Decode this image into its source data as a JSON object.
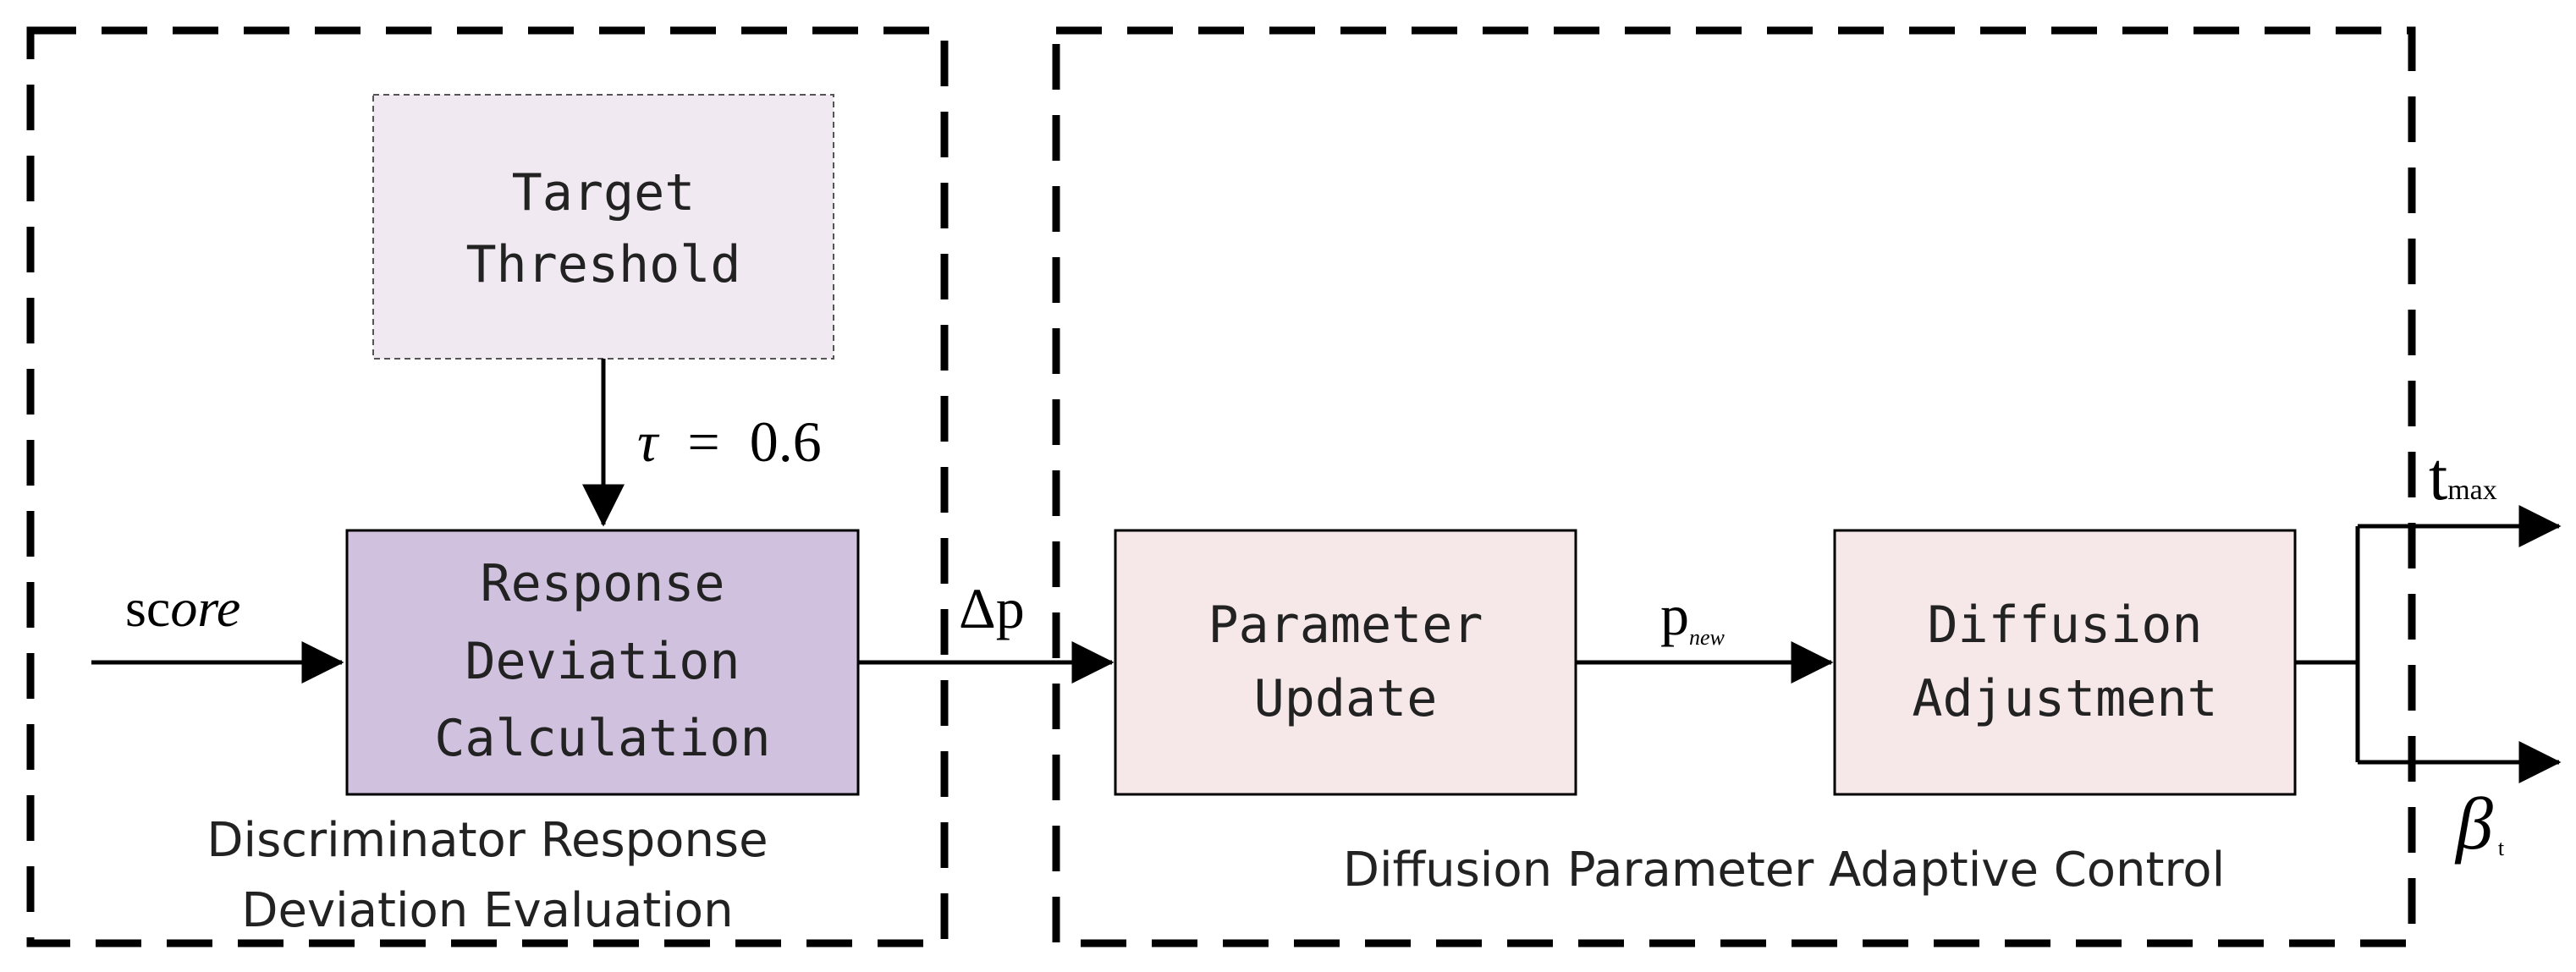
{
  "groups": {
    "left_caption_line1": "Discriminator Response",
    "left_caption_line2": "Deviation Evaluation",
    "right_caption": "Diffusion Parameter Adaptive Control"
  },
  "boxes": {
    "target_threshold": [
      "Target",
      "Threshold"
    ],
    "response_deviation": [
      "Response",
      "Deviation",
      "Calculation"
    ],
    "parameter_update": [
      "Parameter",
      "Update"
    ],
    "diffusion_adjustment": [
      "Diffusion",
      "Adjustment"
    ]
  },
  "signals": {
    "score_prefix": "sc",
    "score_suffix": "ore",
    "tau_symbol": "τ",
    "tau_equals": "=",
    "tau_value": "0.6",
    "delta_p": "Δp",
    "p_main": "p",
    "p_sub": "new",
    "t_main": "t",
    "t_sub": "max",
    "beta_main": "β",
    "beta_sub": "t"
  },
  "colors": {
    "target_threshold_fill": "#f1e9f1",
    "response_deviation_fill": "#d0c2de",
    "control_box_fill": "#f6e8e8",
    "line": "#000000"
  }
}
